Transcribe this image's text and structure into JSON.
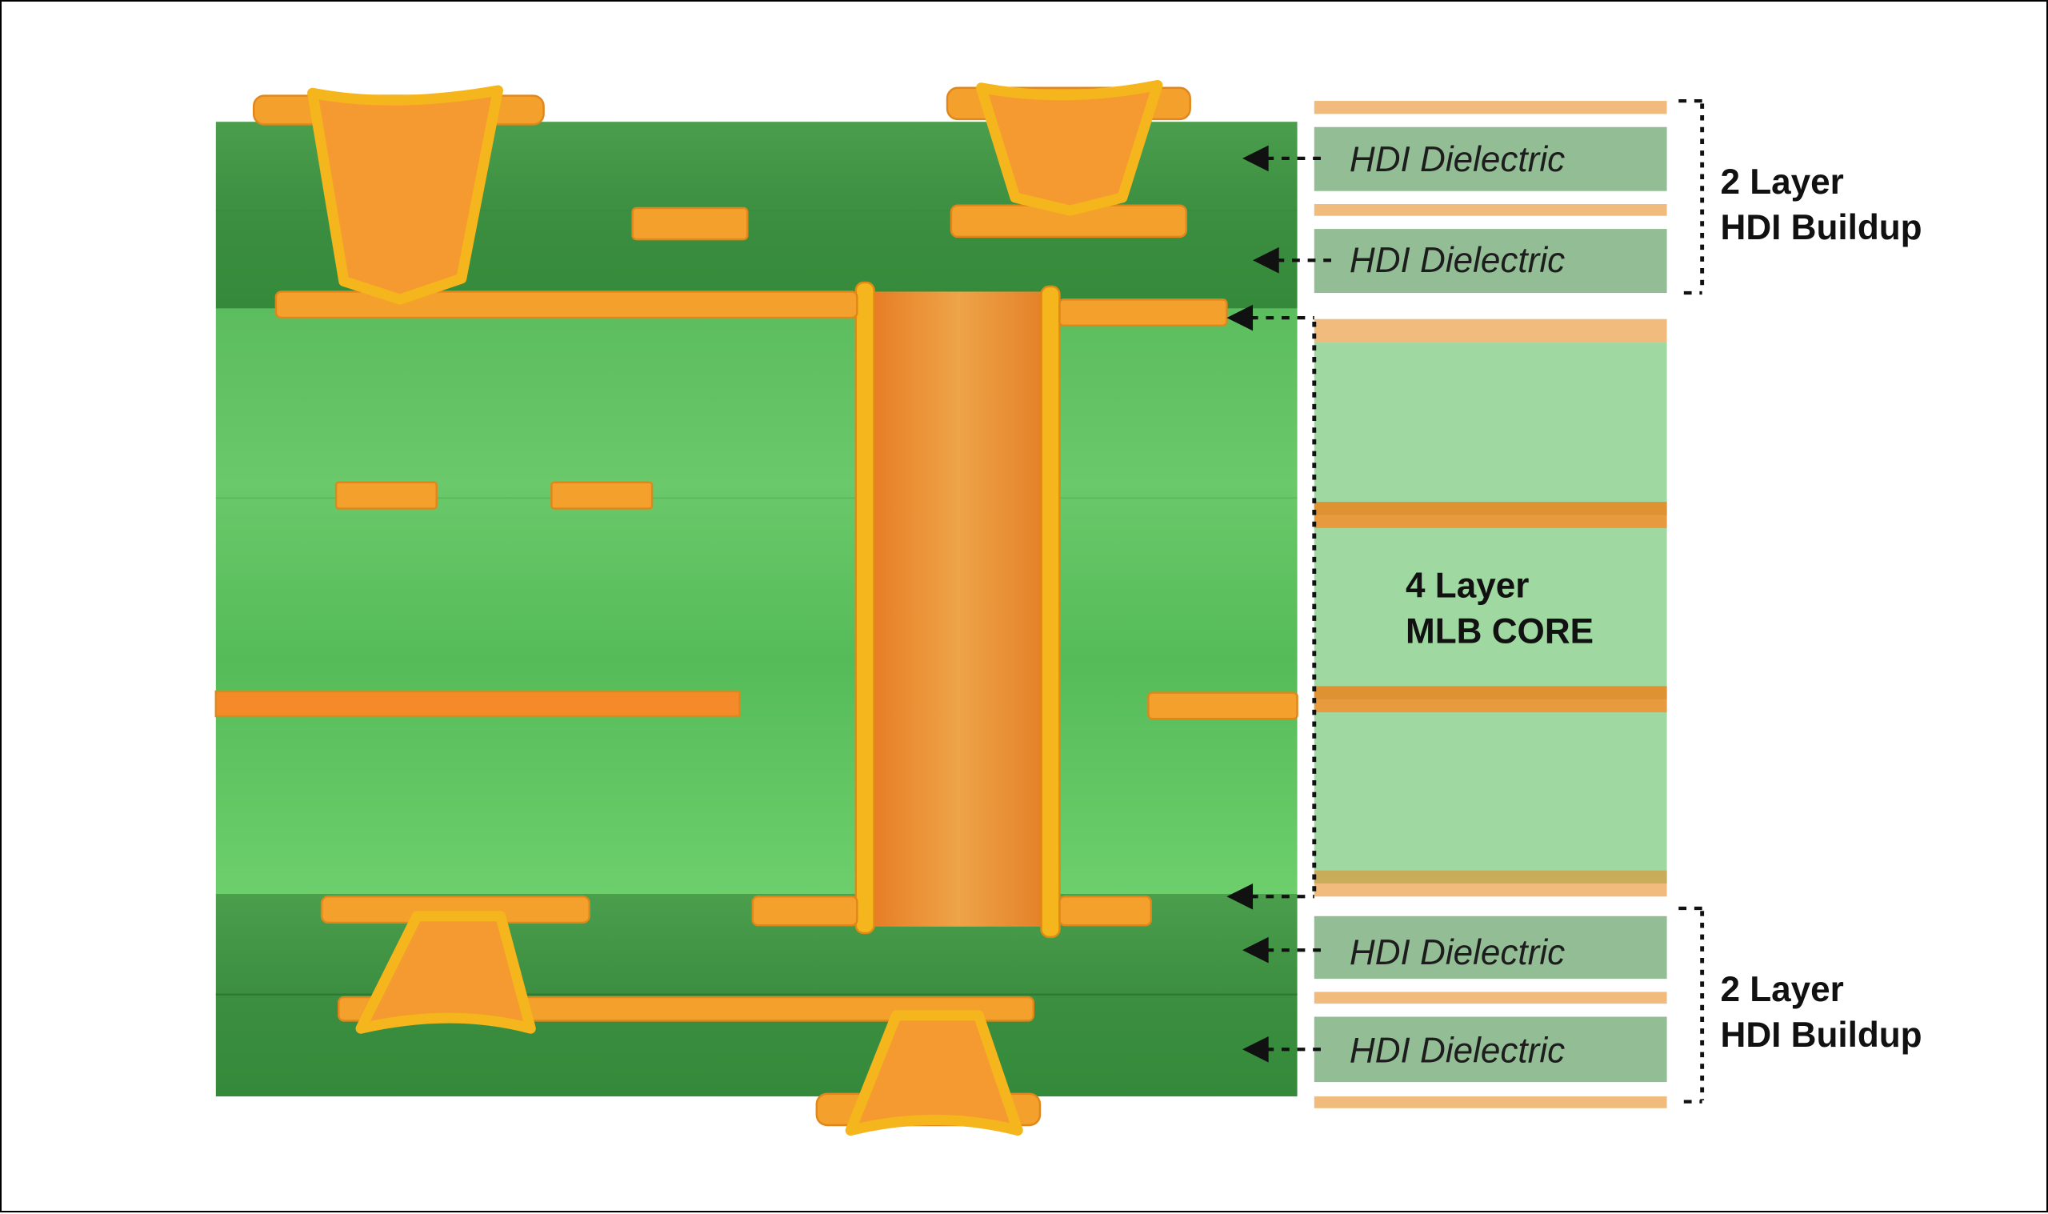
{
  "labels": {
    "hdi_dielectric_1": "HDI Dielectric",
    "hdi_dielectric_2": "HDI Dielectric",
    "hdi_dielectric_3": "HDI Dielectric",
    "hdi_dielectric_4": "HDI Dielectric",
    "top_buildup_line1": "2 Layer",
    "top_buildup_line2": "HDI Buildup",
    "core_line1": "4 Layer",
    "core_line2": "MLB CORE",
    "bottom_buildup_line1": "2 Layer",
    "bottom_buildup_line2": "HDI Buildup"
  },
  "colors": {
    "hdi_green_dark": "#3f9443",
    "core_green": "#62c463",
    "copper": "#f39a2a",
    "copper_plating": "#f5b51c",
    "stack_dielectric": "#93bd94",
    "stack_core": "#9fd8a0",
    "stack_copper": "#f0bb7c",
    "stack_inner_copper": "#e79a3e"
  }
}
